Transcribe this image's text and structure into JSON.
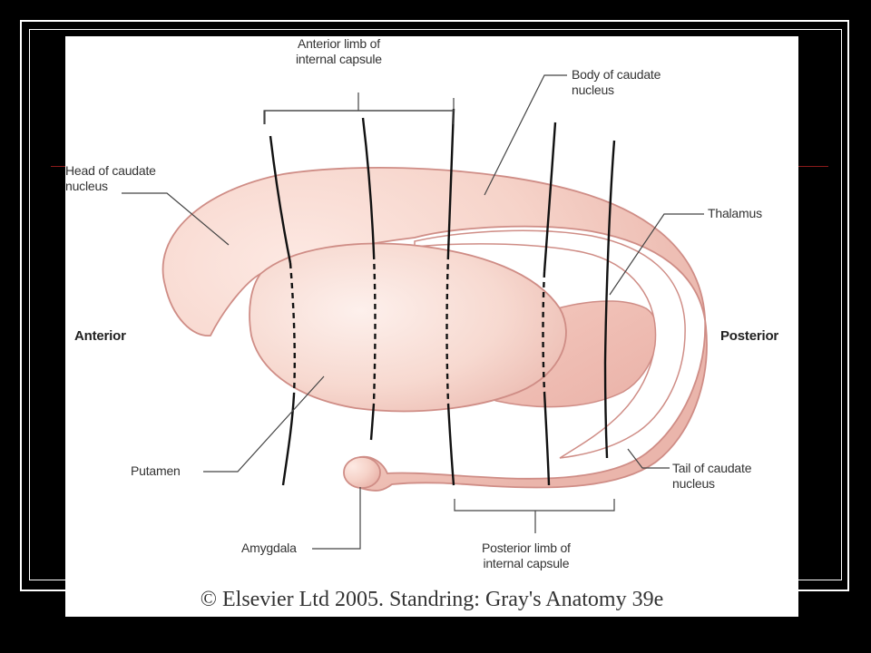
{
  "labels": {
    "anterior_limb": [
      "Anterior limb of",
      "internal capsule"
    ],
    "body_caudate": [
      "Body of caudate",
      "nucleus"
    ],
    "head_caudate": [
      "Head of caudate",
      "nucleus"
    ],
    "thalamus": "Thalamus",
    "anterior": "Anterior",
    "posterior": "Posterior",
    "putamen": "Putamen",
    "tail_caudate": [
      "Tail of caudate",
      "nucleus"
    ],
    "amygdala": "Amygdala",
    "posterior_limb": [
      "Posterior limb of",
      "internal capsule"
    ]
  },
  "credit": "© Elsevier Ltd 2005. Standring: Gray's Anatomy 39e",
  "colors": {
    "tissue_fill": "#f5cec4",
    "tissue_highlight": "#fbe9e4",
    "tissue_edge": "#cf8d86",
    "fiber": "#111111",
    "leader": "#444444"
  }
}
